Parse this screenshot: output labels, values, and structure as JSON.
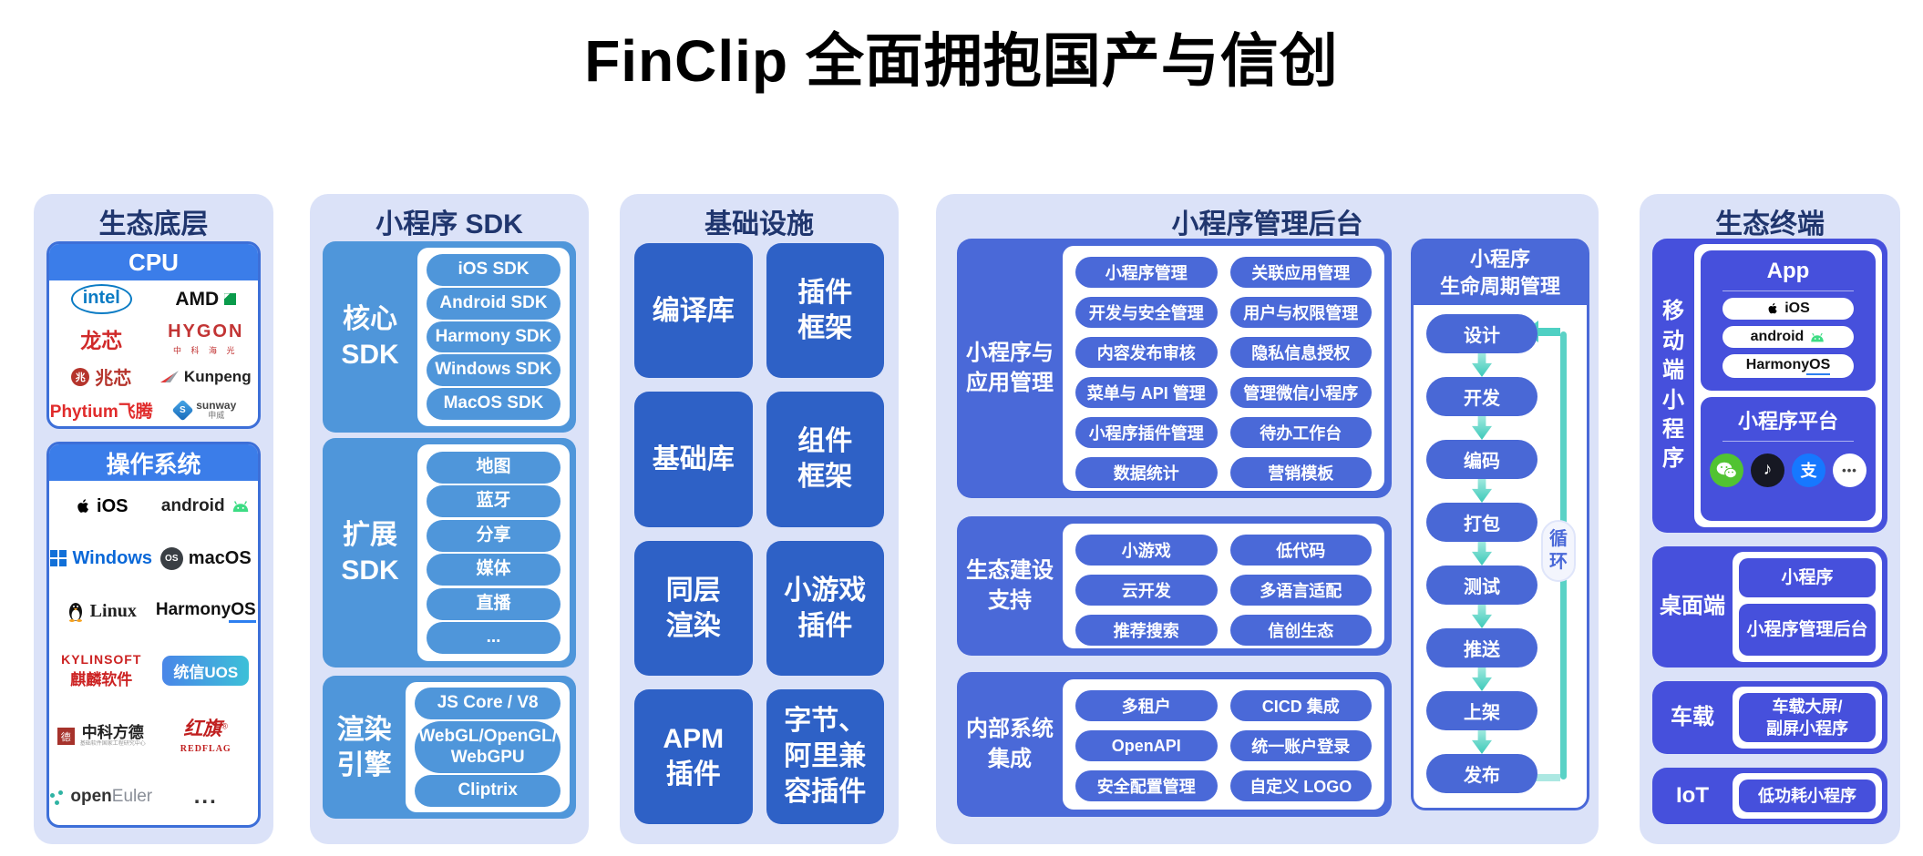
{
  "title": "FinClip 全面拥抱国产与信创",
  "colors": {
    "panel_bg": "#dbe2f8",
    "header_navy": "#20366e",
    "bright_blue": "#3b7de9",
    "sdk_blue": "#4f96da",
    "infra_blue": "#2e61c6",
    "admin_blue": "#4a69d8",
    "terminal_indigo": "#4650dc",
    "teal": "#4fd0c3"
  },
  "eco_base": {
    "header": "生态底层",
    "cpu": {
      "header": "CPU",
      "vendors": [
        {
          "text": "intel"
        },
        {
          "text": "AMD"
        },
        {
          "text": "龙芯"
        },
        {
          "text": "HYGON",
          "sub": "中 科 海 光"
        },
        {
          "text": "兆芯",
          "badge": "兆"
        },
        {
          "text": "Kunpeng"
        },
        {
          "text": "Phytium飞腾"
        },
        {
          "text": "sunway",
          "sub": "申威",
          "badge": "S"
        }
      ]
    },
    "os": {
      "header": "操作系统",
      "systems": [
        {
          "text": "iOS"
        },
        {
          "text": "android"
        },
        {
          "text": "Windows"
        },
        {
          "text": "macOS",
          "badge": "OS"
        },
        {
          "text": "Linux"
        },
        {
          "text": "HarmonyOS"
        },
        {
          "text": "KYLINSOFT",
          "sub": "麒麟软件"
        },
        {
          "text": "统信UOS"
        },
        {
          "text": "中科方德",
          "sub": "基础软件国家工程研究中心",
          "badge": "德"
        },
        {
          "text": "红旗",
          "mark": "®",
          "sub": "REDFLAG"
        },
        {
          "text": "open",
          "text2": "Euler"
        },
        {
          "text": "..."
        }
      ]
    }
  },
  "sdk": {
    "header": "小程序 SDK",
    "blocks": [
      {
        "label": "核心\nSDK",
        "pills": [
          "iOS SDK",
          "Android SDK",
          "Harmony SDK",
          "Windows SDK",
          "MacOS SDK"
        ]
      },
      {
        "label": "扩展\nSDK",
        "pills": [
          "地图",
          "蓝牙",
          "分享",
          "媒体",
          "直播",
          "..."
        ]
      },
      {
        "label": "渲染\n引擎",
        "pills": [
          "JS Core / V8",
          "WebGL/OpenGL/\nWebGPU",
          "Cliptrix"
        ]
      }
    ]
  },
  "infra": {
    "header": "基础设施",
    "cells": [
      "编译库",
      "插件\n框架",
      "基础库",
      "组件\n框架",
      "同层\n渲染",
      "小游戏\n插件",
      "APM\n插件",
      "字节、\n阿里兼\n容插件"
    ]
  },
  "admin": {
    "header": "小程序管理后台",
    "groups": [
      {
        "label": "小程序与\n应用管理",
        "pills": [
          "小程序管理",
          "关联应用管理",
          "开发与安全管理",
          "用户与权限管理",
          "内容发布审核",
          "隐私信息授权",
          "菜单与 API 管理",
          "管理微信小程序",
          "小程序插件管理",
          "待办工作台",
          "数据统计",
          "营销模板"
        ]
      },
      {
        "label": "生态建设\n支持",
        "pills": [
          "小游戏",
          "低代码",
          "云开发",
          "多语言适配",
          "推荐搜索",
          "信创生态"
        ]
      },
      {
        "label": "内部系统\n集成",
        "pills": [
          "多租户",
          "CICD 集成",
          "OpenAPI",
          "统一账户登录",
          "安全配置管理",
          "自定义 LOGO"
        ]
      }
    ],
    "lifecycle": {
      "header": "小程序\n生命周期管理",
      "steps": [
        "设计",
        "开发",
        "编码",
        "打包",
        "测试",
        "推送",
        "上架",
        "发布"
      ],
      "loop_label": "循\n环"
    }
  },
  "terminal": {
    "header": "生态终端",
    "mobile": {
      "label": "移动端\n小程序",
      "app_card": {
        "title": "App",
        "pills": [
          "iOS",
          "android",
          "HarmonyOS"
        ]
      },
      "platform_card": {
        "title": "小程序平台",
        "icons": {
          "douyin_glyph": "♪",
          "alipay_glyph": "支",
          "more_glyph": "•••"
        }
      }
    },
    "desktop": {
      "label": "桌面端",
      "items": [
        "小程序",
        "小程序管理后台"
      ]
    },
    "car": {
      "label": "车载",
      "items": [
        "车载大屏/\n副屏小程序"
      ]
    },
    "iot": {
      "label": "IoT",
      "items": [
        "低功耗小程序"
      ]
    }
  }
}
